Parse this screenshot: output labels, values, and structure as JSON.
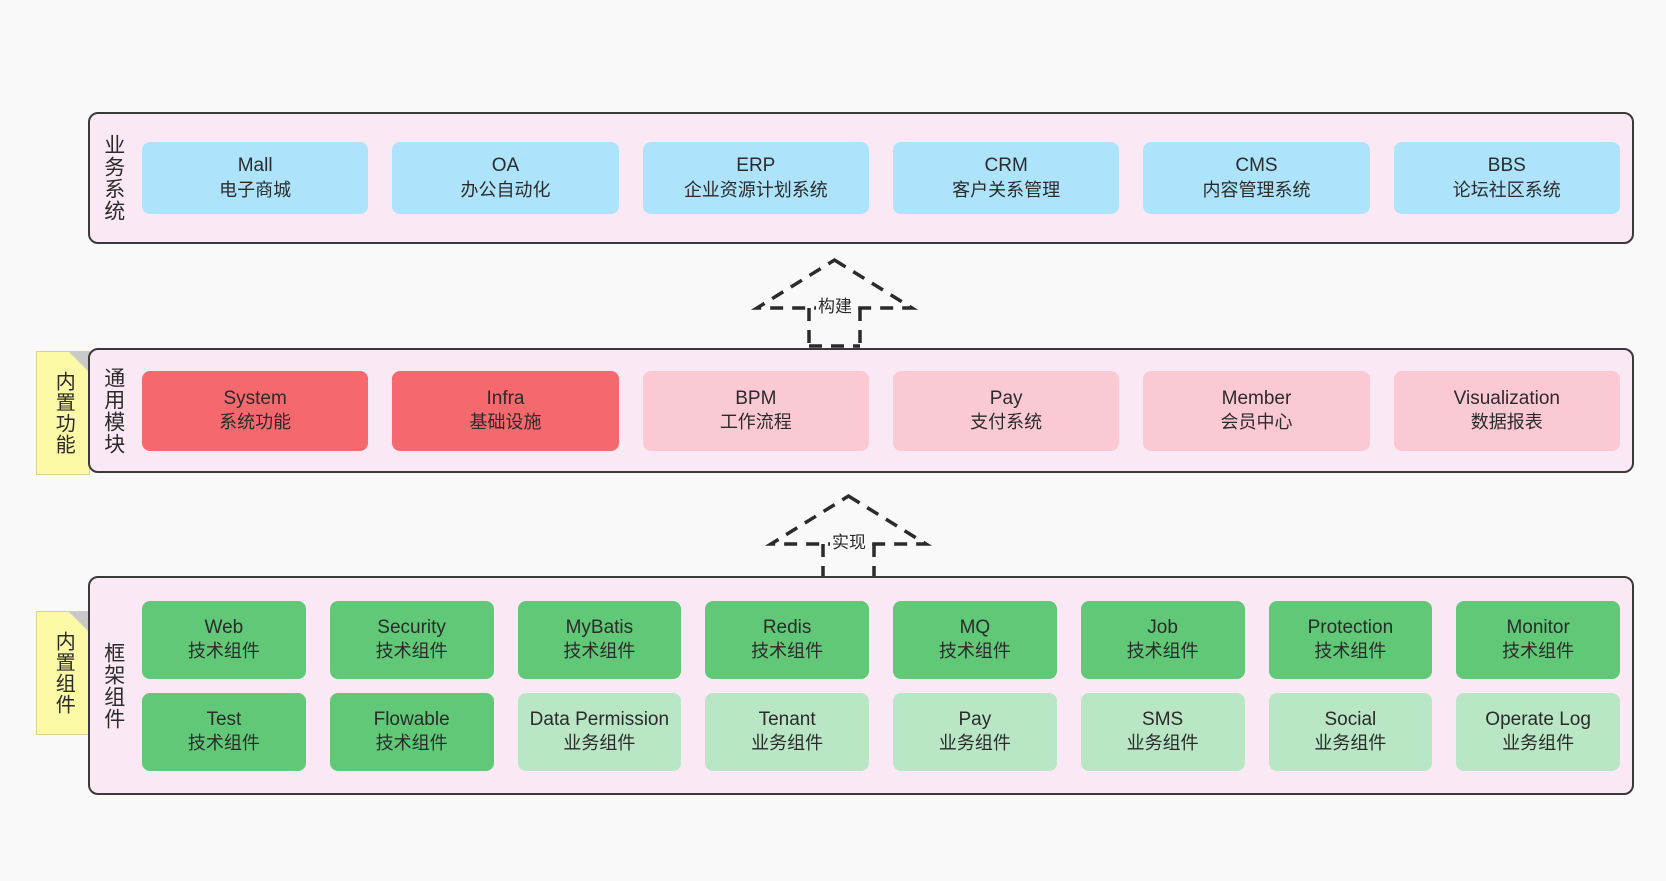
{
  "diagram": {
    "background_color": "#f9f9f9",
    "layer_fill": "#fae9f4",
    "layer_border": "#3a3a3a",
    "note_fill": "#fbf8a6"
  },
  "layers": [
    {
      "id": "business",
      "title": "业务系统",
      "color": "#ade4fb",
      "rows": [
        {
          "cards": [
            {
              "en": "Mall",
              "cn": "电子商城",
              "style": "c-blue"
            },
            {
              "en": "OA",
              "cn": "办公自动化",
              "style": "c-blue"
            },
            {
              "en": "ERP",
              "cn": "企业资源计划系统",
              "style": "c-blue"
            },
            {
              "en": "CRM",
              "cn": "客户关系管理",
              "style": "c-blue"
            },
            {
              "en": "CMS",
              "cn": "内容管理系统",
              "style": "c-blue"
            },
            {
              "en": "BBS",
              "cn": "论坛社区系统",
              "style": "c-blue"
            }
          ]
        }
      ]
    },
    {
      "id": "modules",
      "title": "通用模块",
      "note": "内置功能",
      "rows": [
        {
          "cards": [
            {
              "en": "System",
              "cn": "系统功能",
              "style": "c-red"
            },
            {
              "en": "Infra",
              "cn": "基础设施",
              "style": "c-red"
            },
            {
              "en": "BPM",
              "cn": "工作流程",
              "style": "c-pink"
            },
            {
              "en": "Pay",
              "cn": "支付系统",
              "style": "c-pink"
            },
            {
              "en": "Member",
              "cn": "会员中心",
              "style": "c-pink"
            },
            {
              "en": "Visualization",
              "cn": "数据报表",
              "style": "c-pink"
            }
          ]
        }
      ]
    },
    {
      "id": "framework",
      "title": "框架组件",
      "note": "内置组件",
      "rows": [
        {
          "cards": [
            {
              "en": "Web",
              "cn": "技术组件",
              "style": "c-green"
            },
            {
              "en": "Security",
              "cn": "技术组件",
              "style": "c-green"
            },
            {
              "en": "MyBatis",
              "cn": "技术组件",
              "style": "c-green"
            },
            {
              "en": "Redis",
              "cn": "技术组件",
              "style": "c-green"
            },
            {
              "en": "MQ",
              "cn": "技术组件",
              "style": "c-green"
            },
            {
              "en": "Job",
              "cn": "技术组件",
              "style": "c-green"
            },
            {
              "en": "Protection",
              "cn": "技术组件",
              "style": "c-green"
            },
            {
              "en": "Monitor",
              "cn": "技术组件",
              "style": "c-green"
            }
          ]
        },
        {
          "cards": [
            {
              "en": "Test",
              "cn": "技术组件",
              "style": "c-green"
            },
            {
              "en": "Flowable",
              "cn": "技术组件",
              "style": "c-green"
            },
            {
              "en": "Data Permission",
              "cn": "业务组件",
              "style": "c-lgreen"
            },
            {
              "en": "Tenant",
              "cn": "业务组件",
              "style": "c-lgreen"
            },
            {
              "en": "Pay",
              "cn": "业务组件",
              "style": "c-lgreen"
            },
            {
              "en": "SMS",
              "cn": "业务组件",
              "style": "c-lgreen"
            },
            {
              "en": "Social",
              "cn": "业务组件",
              "style": "c-lgreen"
            },
            {
              "en": "Operate Log",
              "cn": "业务组件",
              "style": "c-lgreen"
            }
          ]
        }
      ]
    }
  ],
  "arrows": [
    {
      "id": "build",
      "label": "构建",
      "style": "dashed-hollow-triangle",
      "direction": "up"
    },
    {
      "id": "impl",
      "label": "实现",
      "style": "dashed-hollow-triangle",
      "direction": "up"
    }
  ]
}
